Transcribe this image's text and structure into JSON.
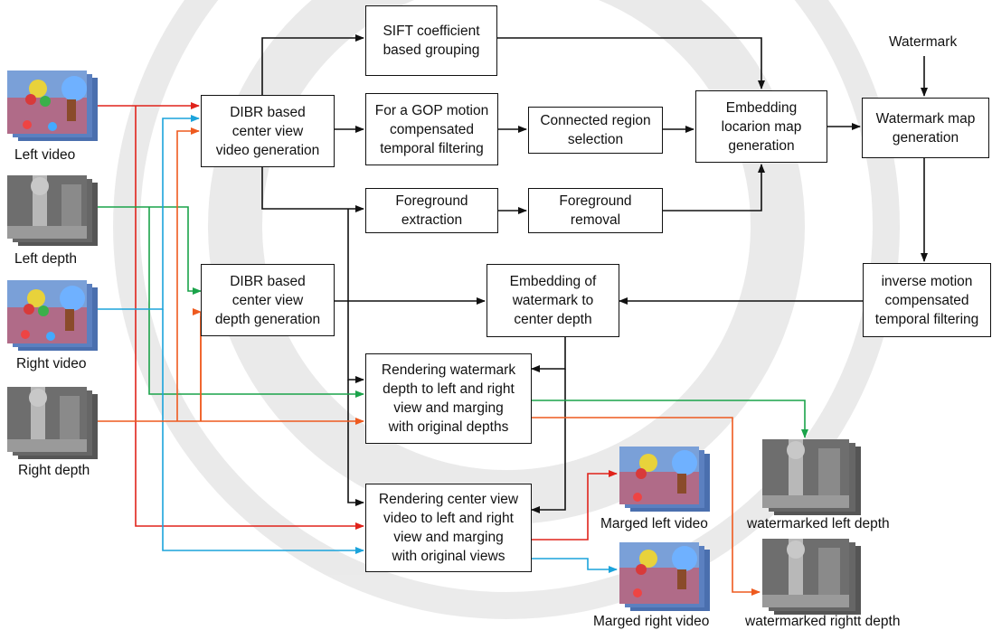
{
  "inputs": {
    "left_video": "Left video",
    "left_depth": "Left depth",
    "right_video": "Right video",
    "right_depth": "Right depth",
    "watermark": "Watermark"
  },
  "boxes": {
    "sift": "SIFT coefficient\nbased grouping",
    "dibr_video": "DIBR  based\ncenter view\nvideo generation",
    "gop": "For a GOP motion\ncompensated\ntemporal filtering",
    "connected": "Connected region\nselection",
    "embed_loc": "Embedding\nlocarion map\ngeneration",
    "wm_map": "Watermark map\ngeneration",
    "fg_extract": "Foreground\nextraction",
    "fg_remove": "Foreground\nremoval",
    "dibr_depth": "DIBR based\ncenter view\ndepth generation",
    "embed_wm": "Embedding of\nwatermark to\ncenter depth",
    "inv_motion": "inverse motion\ncompensated\ntemporal filtering",
    "render_depth": "Rendering watermark\ndepth to left and right\nview and marging\nwith original depths",
    "render_video": "Rendering center view\nvideo to left and right\nview and marging\nwith original views"
  },
  "outputs": {
    "merged_left": "Marged left video",
    "merged_right": "Marged right video",
    "wm_left_depth": "watermarked left depth",
    "wm_right_depth": "watermarked rightt depth"
  },
  "colors": {
    "left_video": "#e0231b",
    "left_depth": "#1aa34a",
    "right_video": "#1ba3db",
    "right_depth": "#ee5a1f",
    "black": "#111111"
  }
}
